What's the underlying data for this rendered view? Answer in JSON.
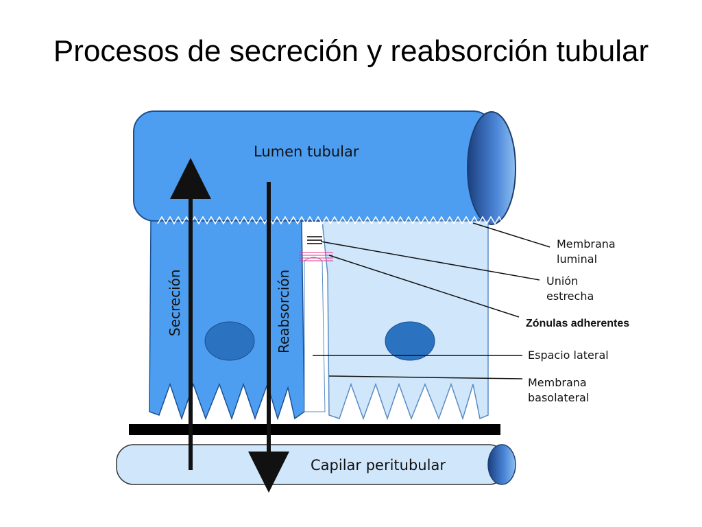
{
  "title": "Procesos de secreción y reabsorción tubular",
  "diagram": {
    "lumen_label": "Lumen tubular",
    "capillary_label": "Capilar peritubular",
    "secretion_label": "Secreción",
    "reabsorption_label": "Reabsorción",
    "callouts": {
      "luminal_membrane": [
        "Membrana",
        "luminal"
      ],
      "tight_junction": [
        "Unión",
        "estrecha"
      ],
      "adherens_junctions": "Zónulas adherentes",
      "lateral_space": "Espacio lateral",
      "basolateral_membrane": [
        "Membrana",
        "basolateral"
      ]
    },
    "colors": {
      "lumen": "#4d9ef0",
      "cell_dark": "#4d9ef0",
      "cell_light": "#cfe6fb",
      "nucleus": "#2b73c0",
      "capillary": "#cfe6fb",
      "membrane": "#000000",
      "junction_highlight": "#e8308a"
    }
  }
}
